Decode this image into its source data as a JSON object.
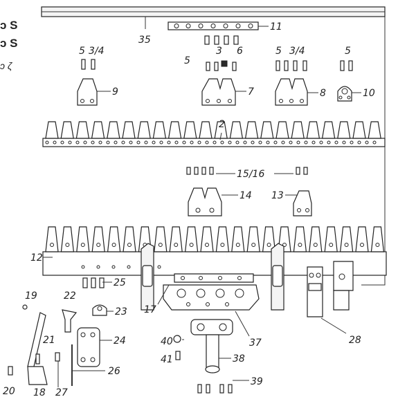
{
  "page_edge_text": {
    "line1": "ɔ S",
    "line2": "ɔ S",
    "line3": "ɔ ζ"
  },
  "callouts": {
    "c35": "35",
    "c11": "11",
    "c5a": "5",
    "c34a": "3/4",
    "c5b": "5",
    "c3": "3",
    "c6": "6",
    "c5c": "5",
    "c34b": "3/4",
    "c5d": "5",
    "c9": "9",
    "c7": "7",
    "c8": "8",
    "c10": "10",
    "c2": "2",
    "c1516": "15/16",
    "c14": "14",
    "c13": "13",
    "c12": "12",
    "c25": "25",
    "c19": "19",
    "c22": "22",
    "c23": "23",
    "c24": "24",
    "c17": "17",
    "c37": "37",
    "c28": "28",
    "c40": "40",
    "c41": "41",
    "c38": "38",
    "c21": "21",
    "c26": "26",
    "c39": "39",
    "c20": "20",
    "c18": "18",
    "c27": "27"
  }
}
